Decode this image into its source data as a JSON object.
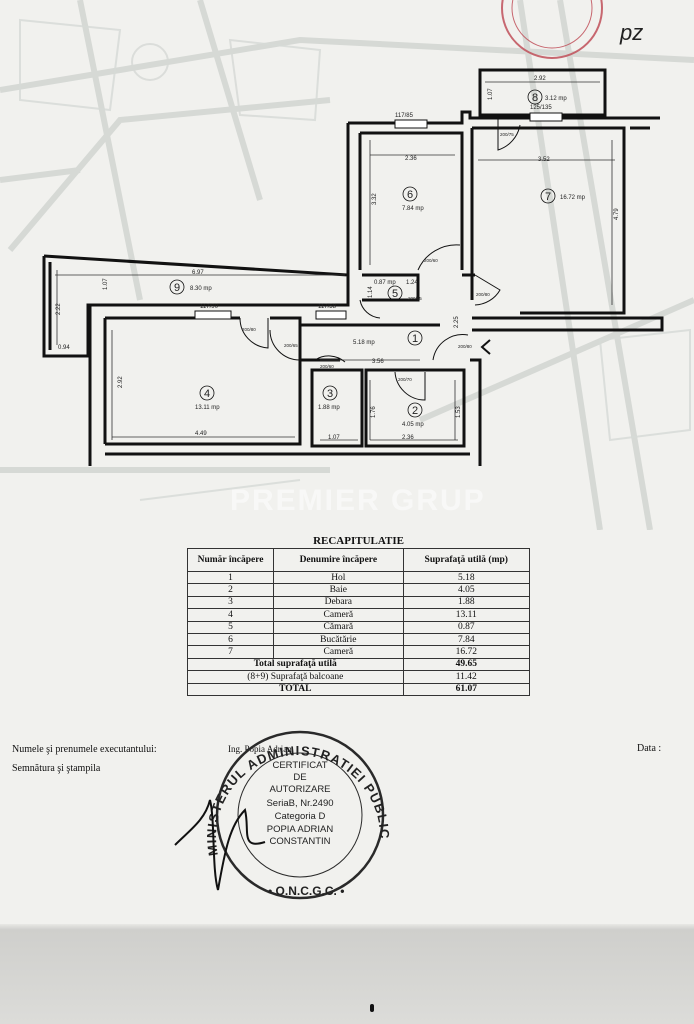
{
  "plan": {
    "rooms": [
      {
        "num": "1",
        "area": "5.18 mp"
      },
      {
        "num": "2",
        "area": "4.05 mp"
      },
      {
        "num": "3",
        "area": "1.88 mp"
      },
      {
        "num": "4",
        "area": "13.11 mp"
      },
      {
        "num": "5",
        "area": "0.87 mp"
      },
      {
        "num": "6",
        "area": "7.84 mp"
      },
      {
        "num": "7",
        "area": "16.72 mp"
      },
      {
        "num": "8",
        "area": "3.12 mp"
      },
      {
        "num": "9",
        "area": "8.30 mp"
      }
    ],
    "dims": {
      "d_292": "2.92",
      "d_107a": "1.07",
      "d_11785a": "117/85",
      "d_125135": "125/135",
      "d_236a": "2.36",
      "d_352": "3.52",
      "d_332": "3.32",
      "d_479": "4.79",
      "d_697": "6.97",
      "d_222": "2.22",
      "d_107b": "1.07",
      "d_124": "1.24",
      "d_11790": "117/90",
      "d_11758": "117/58",
      "d_094": "0.94",
      "d_292b": "2.92",
      "d_449": "4.49",
      "d_356": "3.56",
      "d_107c": "1.07",
      "d_236b": "2.36",
      "d_176": "1.76",
      "d_153": "1.53",
      "d_225": "2.25",
      "d_114": "1.14"
    },
    "doors": {
      "dr1": "200/60",
      "dr2": "200/75",
      "dr3": "200/65",
      "dr4": "200/65",
      "dr5": "200/80",
      "dr6": "200/80",
      "dr7": "200/70",
      "dr8": "200/80",
      "dr9": "200/60"
    },
    "watermark": "PREMIER GRUP",
    "initials": "pz"
  },
  "recap": {
    "title": "RECAPITULATIE",
    "headers": [
      "Număr încăpere",
      "Denumire încăpere",
      "Suprafaţă utilă (mp)"
    ],
    "rows": [
      [
        "1",
        "Hol",
        "5.18"
      ],
      [
        "2",
        "Baie",
        "4.05"
      ],
      [
        "3",
        "Debara",
        "1.88"
      ],
      [
        "4",
        "Cameră",
        "13.11"
      ],
      [
        "5",
        "Cămară",
        "0.87"
      ],
      [
        "6",
        "Bucătărie",
        "7.84"
      ],
      [
        "7",
        "Cameră",
        "16.72"
      ]
    ],
    "total_util_label": "Total suprafaţă utilă",
    "total_util_value": "49.65",
    "balcon_label": "(8+9) Suprafaţă balcoane",
    "balcon_value": "11.42",
    "total_label": "TOTAL",
    "total_value": "61.07"
  },
  "footer": {
    "executant_label": "Numele şi prenumele executantului:",
    "executant_name": "Ing. Popia Adrian",
    "semnatura_label": "Semnătura şi ştampila",
    "data_label": "Data :"
  },
  "stamp": {
    "ring_text": "MINISTERUL ADMINISTRATIEI PUBLICE",
    "bottom_text": "• O.N.C.G.C. •",
    "lines": [
      "CERTIFICAT",
      "DE",
      "AUTORIZARE",
      "SeriaB, Nr.2490",
      "Categoria D",
      "POPIA ADRIAN",
      "CONSTANTIN"
    ]
  },
  "colors": {
    "ink": "#1a1a1a",
    "stamp_ink": "#2a2a2a",
    "red_stamp": "#c0505a",
    "paper": "#f1f1ee",
    "map_lines": "#c9cdc9"
  }
}
